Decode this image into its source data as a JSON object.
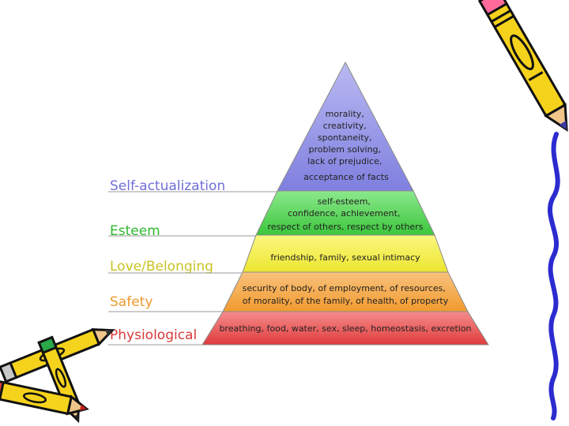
{
  "levels": [
    {
      "label": "Self-actualization",
      "description": [
        "morality,",
        "creativity,",
        "spontaneity,",
        "problem solving,",
        "lack of prejudice,",
        "acceptance of facts"
      ],
      "fill": "#8f8fe6",
      "label_color": "#6f6fd8"
    },
    {
      "label": "Esteem",
      "description": [
        "self-esteem,",
        "confidence, achievement,",
        "respect of others, respect by others"
      ],
      "fill": "#5cd65c",
      "label_color": "#2fb82f"
    },
    {
      "label": "Love/Belonging",
      "description": [
        "friendship, family, sexual intimacy"
      ],
      "fill": "#f2ef3a",
      "label_color": "#c9c324"
    },
    {
      "label": "Safety",
      "description": [
        "security of body, of employment, of resources,",
        "of morality, of the family, of health, of property"
      ],
      "fill": "#f5a53d",
      "label_color": "#ee9a2c"
    },
    {
      "label": "Physiological",
      "description": [
        "breathing, food, water, sex, sleep, homeostasis, excretion"
      ],
      "fill": "#ea4f4f",
      "label_color": "#d83a3a"
    }
  ],
  "decorations": {
    "clipart": [
      "pencil-icon",
      "pencil-icon",
      "pencil-icon",
      "squiggle-line"
    ]
  }
}
